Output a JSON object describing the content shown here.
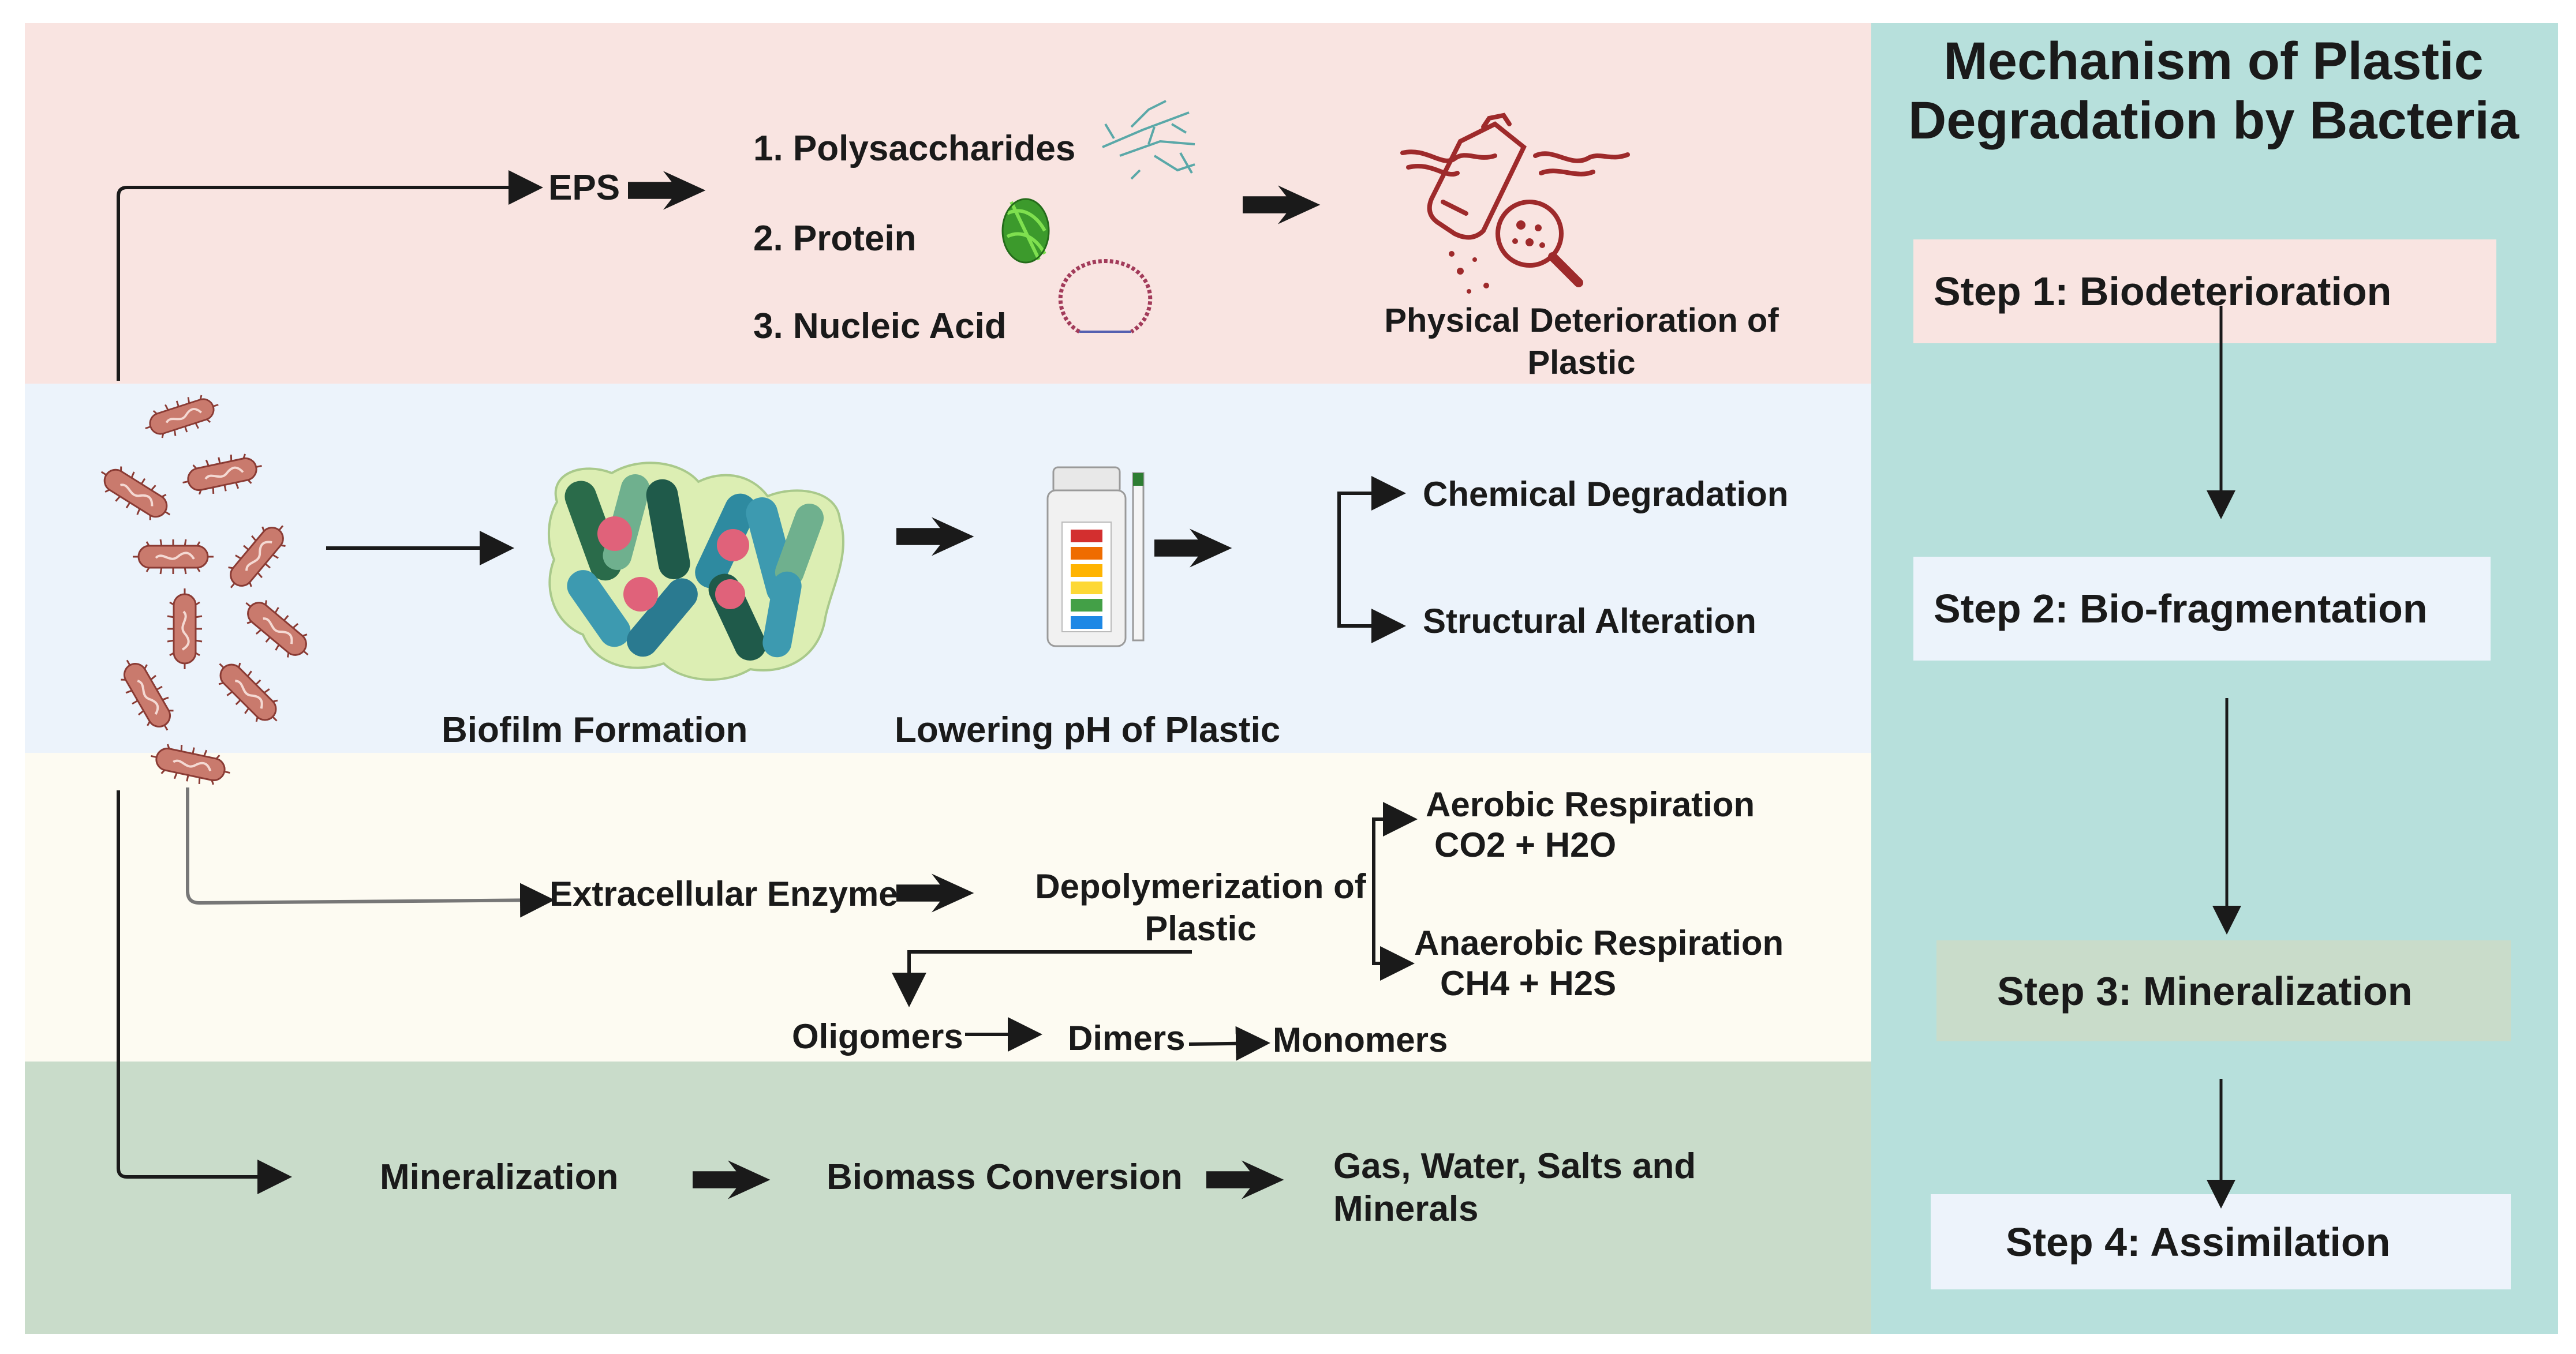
{
  "title": "Mechanism of Plastic Degradation by Bacteria",
  "steps": [
    {
      "label": "Step 1: Biodeterioration"
    },
    {
      "label": "Step 2: Bio-fragmentation"
    },
    {
      "label": "Step 3: Mineralization"
    },
    {
      "label": "Step 4: Assimilation"
    }
  ],
  "row1": {
    "eps": "EPS",
    "items": [
      "1.  Polysaccharides",
      "2.  Protein",
      "3.  Nucleic Acid"
    ],
    "result": "Physical Deterioration of Plastic"
  },
  "row2": {
    "biofilm": "Biofilm Formation",
    "ph": "Lowering pH of Plastic",
    "chem": "Chemical Degradation",
    "struct": "Structural Alteration"
  },
  "row3": {
    "enzyme": "Extracellular Enzyme",
    "depoly": "Depolymerization of Plastic",
    "aerobic": "Aerobic Respiration",
    "aerobic_products": "CO2 + H2O",
    "anaerobic": "Anaerobic Respiration",
    "anaerobic_products": "CH4 + H2S",
    "oligomers": "Oligomers",
    "dimers": "Dimers",
    "monomers": "Monomers"
  },
  "row4": {
    "mineralization": "Mineralization",
    "biomass": "Biomass Conversion",
    "final": "Gas, Water, Salts and Minerals"
  },
  "colors": {
    "row1_bg": "#f9e4e1",
    "row2_bg": "#ecf3fb",
    "row3_bg": "#fdfbf2",
    "row4_bg": "#c9dcca",
    "right_panel_bg": "#b7e0dc",
    "step1_bg": "#f9e4e1",
    "step2_bg": "#ecf3fb",
    "step3_bg": "#c9dcca",
    "step4_bg": "#edf3fb",
    "bacteria": "#c97a6d"
  }
}
